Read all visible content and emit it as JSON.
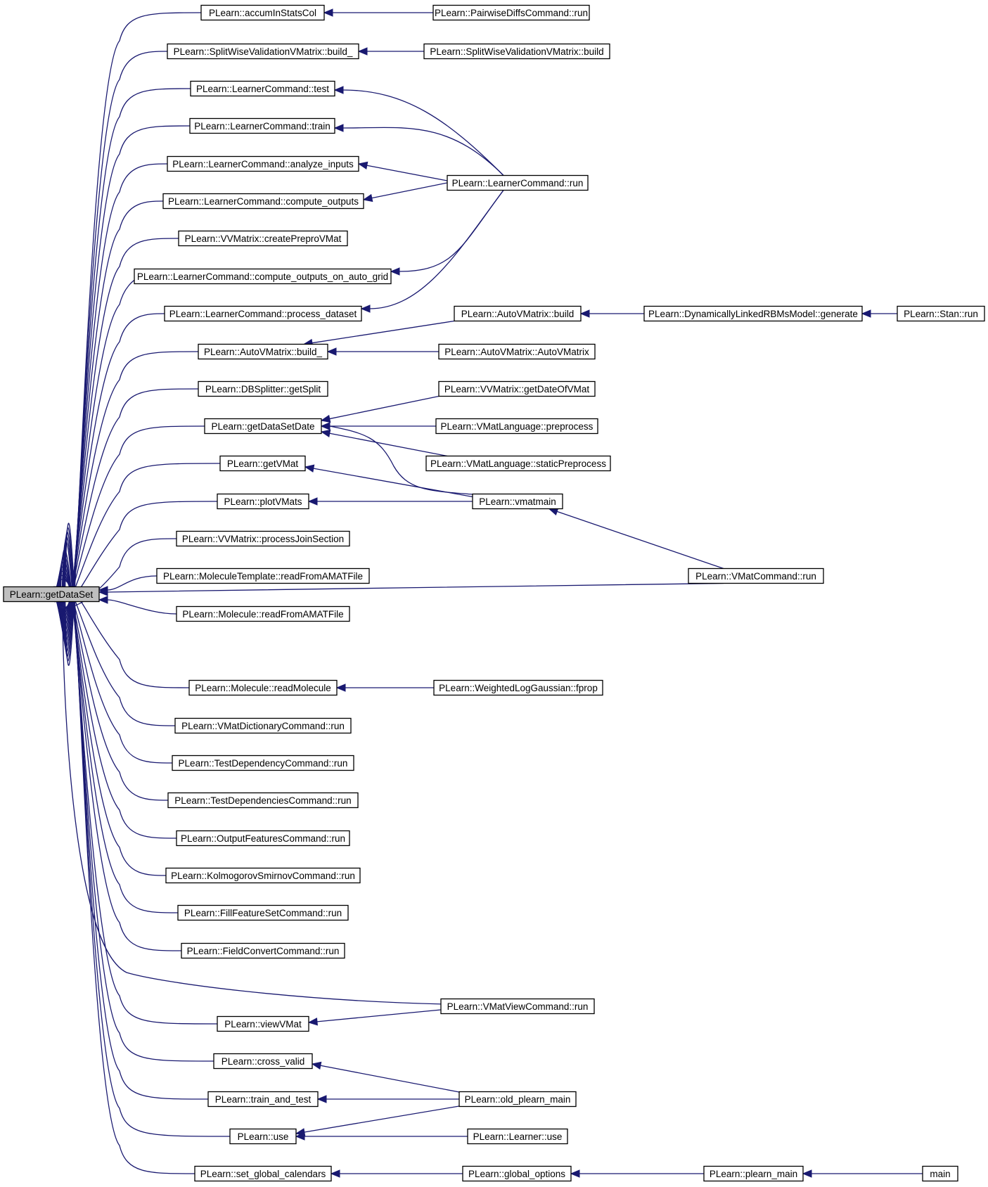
{
  "diagram": {
    "colors": {
      "edge": "#191970",
      "node_border": "#000000",
      "node_fill": "#ffffff",
      "root_fill": "#bfbfbf"
    },
    "nodes": {
      "getDataSet": "PLearn::getDataSet",
      "accumInStatsCol": "PLearn::accumInStatsCol",
      "pairwiseDiffsRun": "PLearn::PairwiseDiffsCommand::run",
      "splitWiseBuild_": "PLearn::SplitWiseValidationVMatrix::build_",
      "splitWiseBuild": "PLearn::SplitWiseValidationVMatrix::build",
      "lcTest": "PLearn::LearnerCommand::test",
      "lcTrain": "PLearn::LearnerCommand::train",
      "lcAnalyze": "PLearn::LearnerCommand::analyze_inputs",
      "lcRun": "PLearn::LearnerCommand::run",
      "lcCompute": "PLearn::LearnerCommand::compute_outputs",
      "vvCreatePrepro": "PLearn::VVMatrix::createPreproVMat",
      "lcComputeGrid": "PLearn::LearnerCommand::compute_outputs_on_auto_grid",
      "lcProcess": "PLearn::LearnerCommand::process_dataset",
      "autoBuild": "PLearn::AutoVMatrix::build",
      "dlrbmGenerate": "PLearn::DynamicallyLinkedRBMsModel::generate",
      "stanRun": "PLearn::Stan::run",
      "autoBuild_": "PLearn::AutoVMatrix::build_",
      "autoCtor": "PLearn::AutoVMatrix::AutoVMatrix",
      "dbGetSplit": "PLearn::DBSplitter::getSplit",
      "vvGetDate": "PLearn::VVMatrix::getDateOfVMat",
      "getDataSetDate": "PLearn::getDataSetDate",
      "vmlPreprocess": "PLearn::VMatLanguage::preprocess",
      "vmlStatic": "PLearn::VMatLanguage::staticPreprocess",
      "getVMat": "PLearn::getVMat",
      "plotVMats": "PLearn::plotVMats",
      "vmatmain": "PLearn::vmatmain",
      "vvJoin": "PLearn::VVMatrix::processJoinSection",
      "molTplRead": "PLearn::MoleculeTemplate::readFromAMATFile",
      "vmatCmdRun": "PLearn::VMatCommand::run",
      "molRead": "PLearn::Molecule::readFromAMATFile",
      "molReadMol": "PLearn::Molecule::readMolecule",
      "wlgFprop": "PLearn::WeightedLogGaussian::fprop",
      "vmDictRun": "PLearn::VMatDictionaryCommand::run",
      "testDepRun": "PLearn::TestDependencyCommand::run",
      "testDepsRun": "PLearn::TestDependenciesCommand::run",
      "outFeatRun": "PLearn::OutputFeaturesCommand::run",
      "ksRun": "PLearn::KolmogorovSmirnovCommand::run",
      "fillFeatRun": "PLearn::FillFeatureSetCommand::run",
      "fieldConvRun": "PLearn::FieldConvertCommand::run",
      "vmViewRun": "PLearn::VMatViewCommand::run",
      "viewVMat": "PLearn::viewVMat",
      "crossValid": "PLearn::cross_valid",
      "oldMain": "PLearn::old_plearn_main",
      "trainTest": "PLearn::train_and_test",
      "use": "PLearn::use",
      "learnerUse": "PLearn::Learner::use",
      "setGlobalCal": "PLearn::set_global_calendars",
      "globalOptions": "PLearn::global_options",
      "plearnMain": "PLearn::plearn_main",
      "main": "main"
    }
  }
}
